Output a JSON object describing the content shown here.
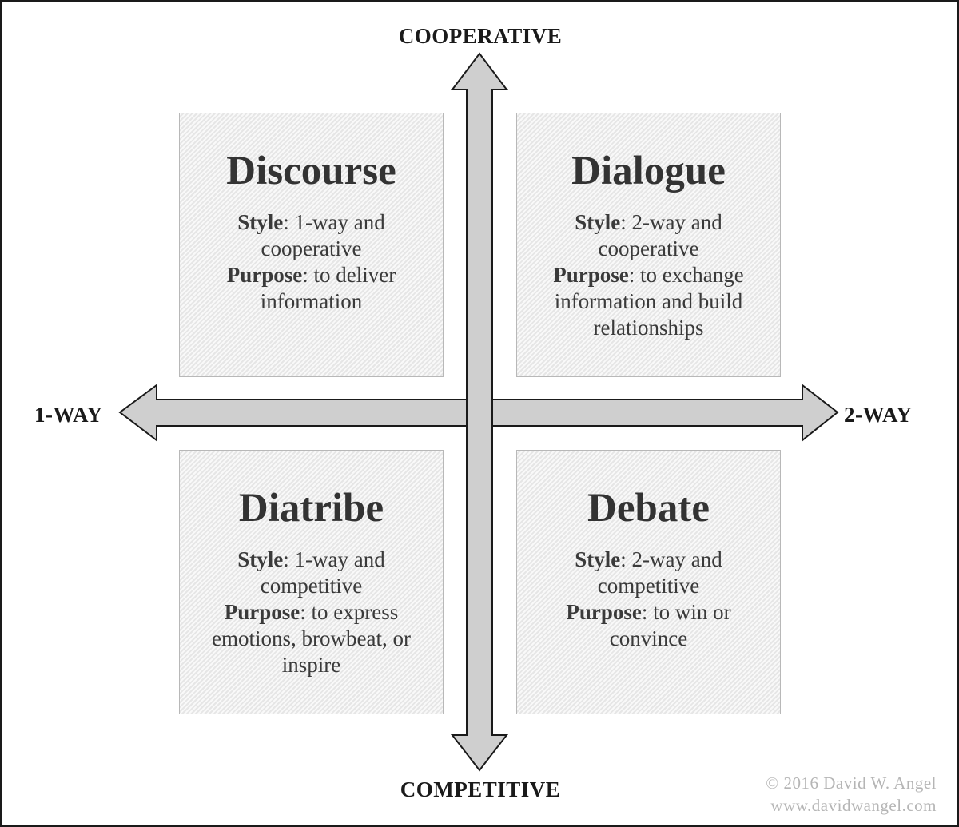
{
  "axes": {
    "top": "COOPERATIVE",
    "bottom": "COMPETITIVE",
    "left": "1-WAY",
    "right": "2-WAY"
  },
  "quadrants": [
    {
      "id": "tl",
      "title": "Discourse",
      "style_label": "Style",
      "style_text": ": 1-way and cooperative",
      "purpose_label": "Purpose",
      "purpose_text": ": to deliver information"
    },
    {
      "id": "tr",
      "title": "Dialogue",
      "style_label": "Style",
      "style_text": ": 2-way and cooperative",
      "purpose_label": "Purpose",
      "purpose_text": ": to exchange information and build relationships"
    },
    {
      "id": "bl",
      "title": "Diatribe",
      "style_label": "Style",
      "style_text": ": 1-way and competitive",
      "purpose_label": "Purpose",
      "purpose_text": ": to express emotions, browbeat, or inspire"
    },
    {
      "id": "br",
      "title": "Debate",
      "style_label": "Style",
      "style_text": ": 2-way and competitive",
      "purpose_label": "Purpose",
      "purpose_text": ": to win or convince"
    }
  ],
  "copyright": {
    "line1": "© 2016 David W. Angel",
    "line2": "www.davidwangel.com"
  },
  "colors": {
    "arrow_fill": "#cfcfcf",
    "arrow_stroke": "#1a1a1a",
    "quadrant_fill": "#f1f1f1"
  }
}
